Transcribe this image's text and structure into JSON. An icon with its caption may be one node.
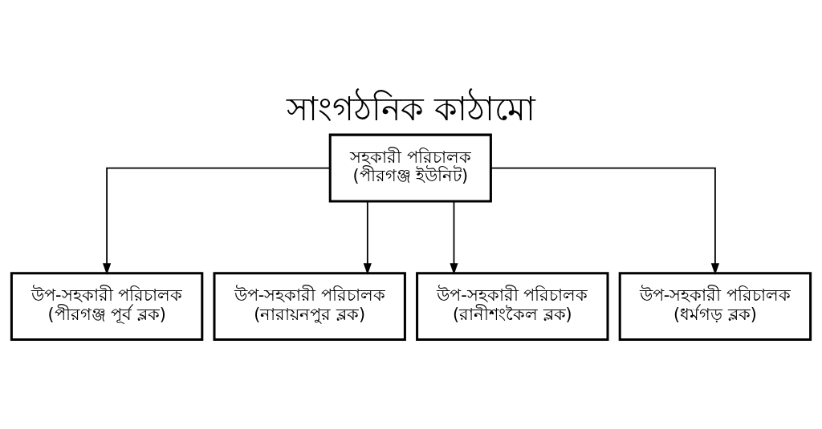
{
  "diagram": {
    "title": "সাংগঠনিক কাঠামো",
    "nodes": [
      {
        "text": [
          "সহকারী পরিচালক",
          "(পীরগঞ্জ ইউনিট)"
        ]
      },
      {
        "text": [
          "উপ-সহকারী পরিচালক",
          "(পীরগঞ্জ পূর্ব ব্লক)"
        ]
      },
      {
        "text": [
          "উপ-সহকারী পরিচালক",
          "(নারায়নপুর ব্লক)"
        ]
      },
      {
        "text": [
          "উপ-সহকারী পরিচালক",
          "(রানীশংকৈল ব্লক)"
        ]
      },
      {
        "text": [
          "উপ-সহকারী পরিচালক",
          "(ধর্মগড় ব্লক)"
        ]
      }
    ],
    "edges": [
      {
        "from": 0,
        "to": 1,
        "arrow": "to"
      },
      {
        "from": 0,
        "to": 2,
        "arrow": "to"
      },
      {
        "from": 0,
        "to": 3,
        "arrow": "to"
      },
      {
        "from": 0,
        "to": 4,
        "arrow": "to"
      }
    ]
  }
}
